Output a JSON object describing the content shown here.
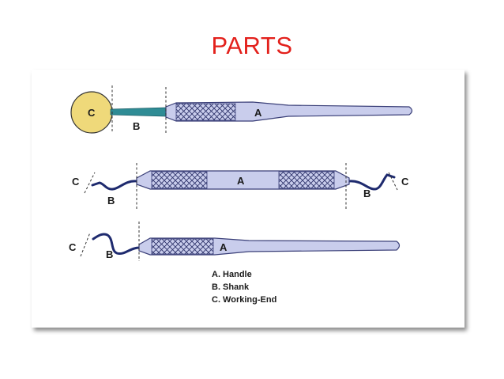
{
  "title": "PARTS",
  "instrument_1": {
    "handle_label": "A",
    "shank_label": "B",
    "end_label": "C"
  },
  "instrument_2": {
    "handle_label": "A",
    "shank_left_label": "B",
    "end_left_label": "C",
    "shank_right_label": "B",
    "end_right_label": "C"
  },
  "instrument_3": {
    "handle_label": "A",
    "shank_label": "B",
    "end_label": "C"
  },
  "legend": [
    "A. Handle",
    "B. Shank",
    "C. Working-End"
  ],
  "colors": {
    "title": "#e3211c",
    "handle_fill": "#c9cdec",
    "handle_stroke": "#3a3f78",
    "mirror_fill": "#efd97a",
    "shank_teal": "#2f8c95",
    "shank_dark": "#1e2a6e"
  }
}
